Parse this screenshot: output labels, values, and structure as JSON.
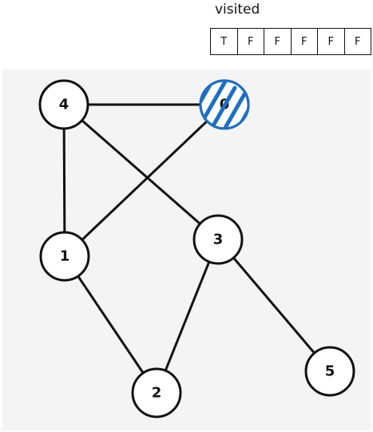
{
  "visited": {
    "label": "visited",
    "cells": [
      "T",
      "F",
      "F",
      "F",
      "F",
      "F"
    ]
  },
  "graph": {
    "nodes": [
      {
        "id": "4",
        "label": "4"
      },
      {
        "id": "0",
        "label": "0",
        "state": "visited-hatched"
      },
      {
        "id": "1",
        "label": "1"
      },
      {
        "id": "3",
        "label": "3"
      },
      {
        "id": "2",
        "label": "2"
      },
      {
        "id": "5",
        "label": "5"
      }
    ],
    "edges": [
      [
        "4",
        "0"
      ],
      [
        "4",
        "1"
      ],
      [
        "4",
        "3"
      ],
      [
        "0",
        "1"
      ],
      [
        "1",
        "2"
      ],
      [
        "3",
        "2"
      ],
      [
        "3",
        "5"
      ]
    ],
    "colors": {
      "highlight": "#1f6fc1",
      "panel": "#f4f4f4",
      "stroke": "#111111"
    }
  }
}
